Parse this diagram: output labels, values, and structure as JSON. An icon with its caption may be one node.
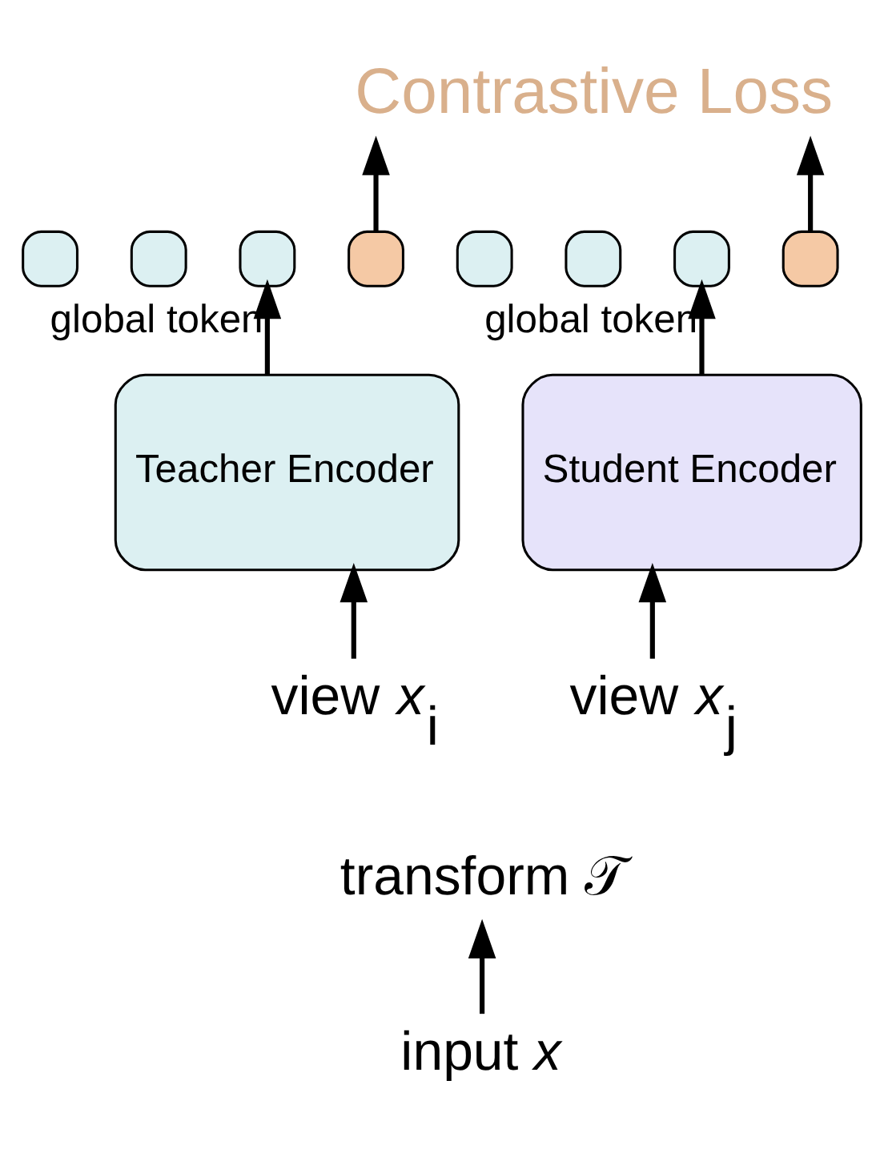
{
  "diagram": {
    "nodes": [
      {
        "text": [
          "Contrastive Loss"
        ]
      },
      {
        "text": [],
        "shape": "box"
      },
      {
        "text": [],
        "shape": "box"
      },
      {
        "text": [],
        "shape": "box"
      },
      {
        "text": [],
        "shape": "box"
      },
      {
        "text": [],
        "shape": "box"
      },
      {
        "text": [],
        "shape": "box"
      },
      {
        "text": [],
        "shape": "box"
      },
      {
        "text": [],
        "shape": "box"
      },
      {
        "text": [
          "Teacher Encoder"
        ]
      },
      {
        "text": [
          "Student Encoder"
        ]
      },
      {
        "text": [
          "view *x*$_{i}$"
        ]
      },
      {
        "text": [
          "view *x*$_{j}$"
        ]
      },
      {
        "text": [
          "transform 𝒯"
        ]
      },
      {
        "text": [
          "input *x*"
        ]
      }
    ],
    "edges": [
      {
        "from": 4,
        "to": 0,
        "arrow": "to"
      },
      {
        "from": 8,
        "to": 0,
        "arrow": "to"
      },
      {
        "from": 9,
        "to": 3,
        "arrow": "to",
        "label": "global token"
      },
      {
        "from": 10,
        "to": 7,
        "arrow": "to",
        "label": "global token"
      },
      {
        "from": 11,
        "to": 9,
        "arrow": "to"
      },
      {
        "from": 12,
        "to": 10,
        "arrow": "to"
      },
      {
        "from": 14,
        "to": 13,
        "arrow": "to"
      }
    ]
  }
}
